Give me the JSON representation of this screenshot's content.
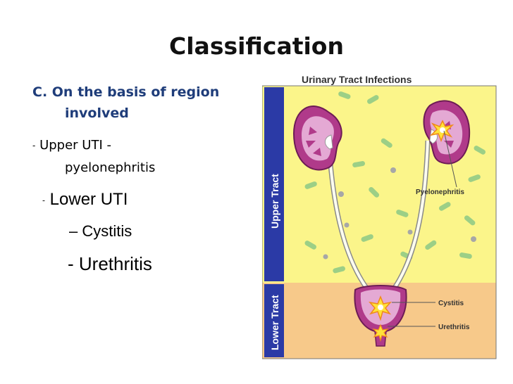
{
  "slide": {
    "title": "Classification",
    "heading_line1": "C. On the basis of region",
    "heading_line2": "involved",
    "bullet1_dash": "-",
    "bullet1_line1": "Upper UTI -",
    "bullet1_line2": "pyelonephritis",
    "bullet2_dash": "-",
    "bullet2_text": "Lower UTI",
    "sub1": "– Cystitis",
    "sub2": "-  Urethritis"
  },
  "figure": {
    "title": "Urinary Tract Infections",
    "upper_label": "Upper Tract",
    "lower_label": "Lower Tract",
    "callout_pyelo": "Pyelonephritis",
    "callout_cystitis": "Cystitis",
    "callout_urethritis": "Urethritis",
    "colors": {
      "upper_bg": "#fbf58a",
      "lower_bg": "#f7c98a",
      "side_bar": "#2b3aa6",
      "organ": "#b03a8a",
      "organ_light": "#e4a9d4",
      "bacteria": "#9ccf86",
      "bacteria_gray": "#a7a7a7",
      "burst": "#ffe23a"
    }
  }
}
